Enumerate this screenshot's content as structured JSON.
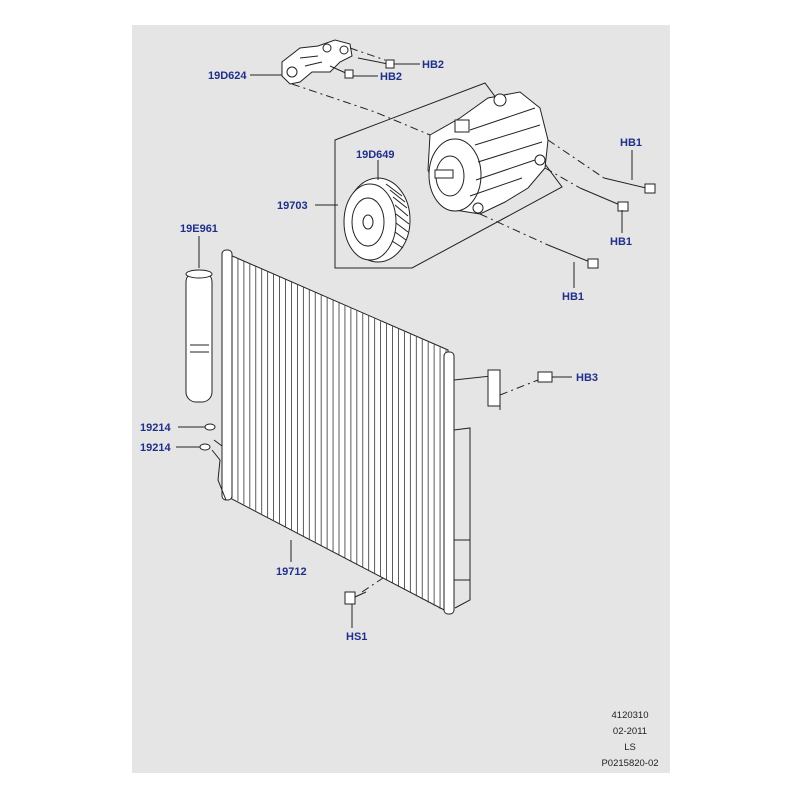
{
  "callouts": {
    "c19d624": "19D624",
    "hb2_top": "HB2",
    "hb2_lower": "HB2",
    "c19d649": "19D649",
    "c19703": "19703",
    "hb1_top": "HB1",
    "hb1_mid": "HB1",
    "hb1_low": "HB1",
    "c19e961": "19E961",
    "hb3": "HB3",
    "c19214_a": "19214",
    "c19214_b": "19214",
    "c19712": "19712",
    "hs1": "HS1"
  },
  "footer": {
    "code": "4120310",
    "date": "02-2011",
    "initials": "LS",
    "ref": "P0215820-02"
  },
  "colors": {
    "callout_text": "#1f2f8a",
    "panel_background": "#e5e5e5"
  }
}
